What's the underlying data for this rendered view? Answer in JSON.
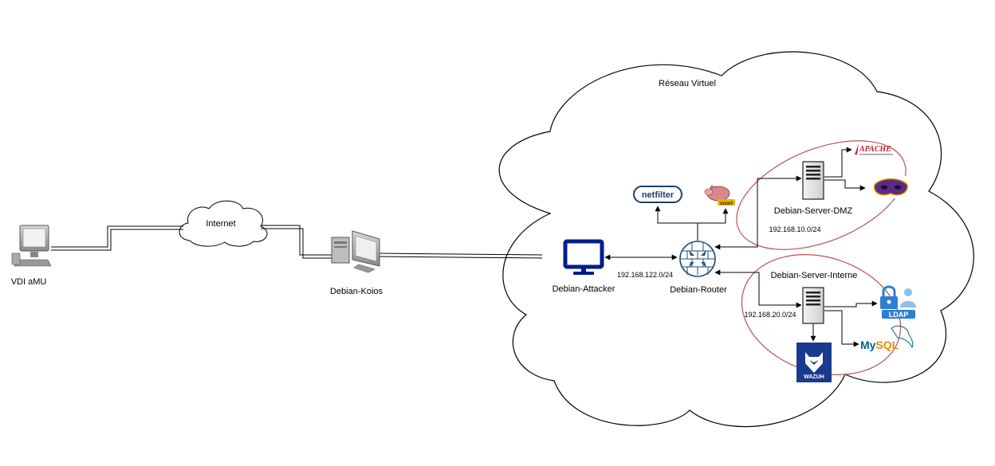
{
  "cloud_title": "Réseau Virtuel",
  "internet_label": "Internet",
  "nodes": {
    "vdi": "VDI aMU",
    "koios": "Debian-Koios",
    "attacker": "Debian-Attacker",
    "router": "Debian-Router",
    "dmz": "Debian-Server-DMZ",
    "interne": "Debian-Server-Interne"
  },
  "subnets": {
    "attacker": "192.168.122.0/24",
    "dmz": "192.168.10.0/24",
    "interne": "192.168.20.0/24"
  },
  "logos": {
    "netfilter": "netfilter",
    "snort": "snort",
    "apache": "APACHE",
    "ldap": "LDAP",
    "mysql_my": "My",
    "mysql_sql": "SQL",
    "wazuh": "WAZUH"
  },
  "colors": {
    "line": "#000000",
    "zone_ellipse": "#b85450",
    "attacker_icon": "#001e8c",
    "router_icon": "#1f4e79",
    "ldap_blue": "#2d7fd3",
    "mysql_blue": "#00618a",
    "mysql_orange": "#e48e00",
    "wazuh_bg": "#1a3a8f",
    "apache_red": "#c8202f",
    "snort_pink": "#d9878a",
    "mask_purple": "#5b2a86"
  }
}
